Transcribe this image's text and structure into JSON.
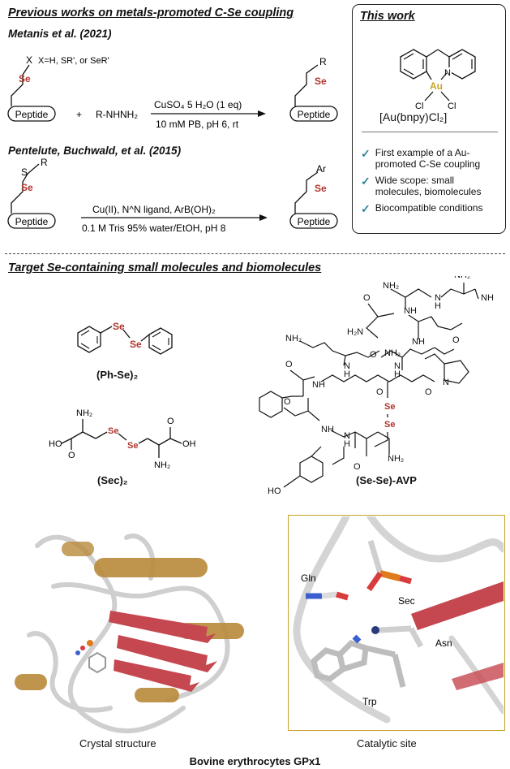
{
  "previous": {
    "heading": "Previous works on metals-promoted C-Se coupling",
    "ref1": "Metanis et al. (2021)",
    "ref1_x_label": "X",
    "ref1_x_def": "X=H, SR', or SeR'",
    "ref1_reagent": "R-NHNH₂",
    "ref1_cond_top": "CuSO₄ 5 H₂O (1 eq)",
    "ref1_cond_bottom": "10 mM PB, pH 6, rt",
    "ref1_product_r": "R",
    "ref2": "Pentelute, Buchwald, et al. (2015)",
    "ref2_s": "S",
    "ref2_r": "R",
    "ref2_cond_top": "Cu(II), N^N ligand, ArB(OH)₂",
    "ref2_cond_bottom": "0.1 M Tris 95% water/EtOH, pH 8",
    "ref2_product_ar": "Ar",
    "peptide": "Peptide",
    "se": "Se",
    "plus": "+"
  },
  "this_work": {
    "heading": "This work",
    "complex_name": "[Au(bnpy)Cl₂]",
    "au": "Au",
    "n": "N",
    "cl": "Cl",
    "features": [
      "First example of a Au-promoted C-Se coupling",
      "Wide scope: small molecules, biomolecules",
      "Biocompatible conditions"
    ]
  },
  "targets": {
    "heading": "Target Se-containing small molecules and biomolecules",
    "ph_se": "(Ph-Se)₂",
    "sec": "(Sec)₂",
    "avp": "(Se-Se)-AVP",
    "labels": {
      "ho": "HO",
      "oh": "OH",
      "o": "O",
      "nh2": "NH₂",
      "h2n": "H₂N",
      "nh": "NH",
      "n": "N",
      "h": "H",
      "sec_nh2": "NH₂"
    }
  },
  "protein": {
    "crystal_caption": "Crystal structure",
    "site_caption": "Catalytic site",
    "title": "Bovine erythrocytes GPx1",
    "residues": [
      "Gln",
      "Sec",
      "Asn",
      "Trp"
    ]
  },
  "colors": {
    "selenium": "#b0342c",
    "gold": "#c9a227",
    "check": "#2a86a0",
    "helix": "#b8893a",
    "sheet": "#c5474f",
    "loop": "#c8c8c8"
  }
}
